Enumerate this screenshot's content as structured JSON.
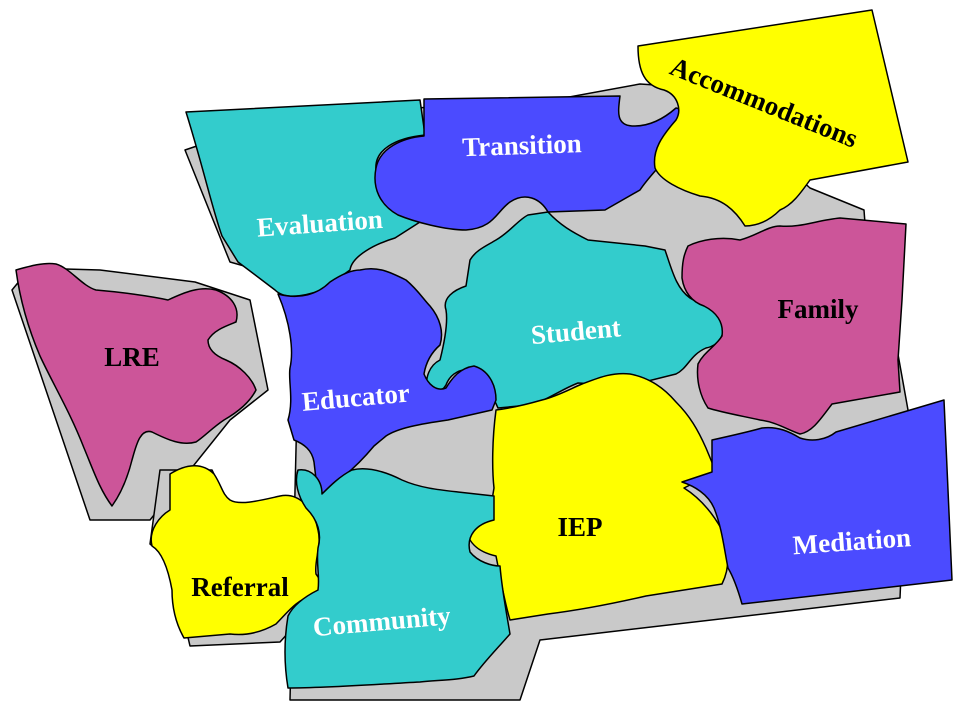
{
  "colors": {
    "teal": "#33cccc",
    "blue": "#4b4bff",
    "yellow": "#ffff00",
    "magenta": "#cc5599",
    "shadow": "#c9c9c9",
    "outline": "#000000"
  },
  "pieces": {
    "accommodations": {
      "label": "Accommodations",
      "fill": "#ffff00",
      "text_color": "#000000"
    },
    "transition": {
      "label": "Transition",
      "fill": "#4b4bff",
      "text_color": "#ffffff"
    },
    "evaluation": {
      "label": "Evaluation",
      "fill": "#33cccc",
      "text_color": "#ffffff"
    },
    "family": {
      "label": "Family",
      "fill": "#cc5599",
      "text_color": "#000000"
    },
    "student": {
      "label": "Student",
      "fill": "#33cccc",
      "text_color": "#ffffff"
    },
    "educator": {
      "label": "Educator",
      "fill": "#4b4bff",
      "text_color": "#ffffff"
    },
    "lre": {
      "label": "LRE",
      "fill": "#cc5599",
      "text_color": "#000000"
    },
    "iep": {
      "label": "IEP",
      "fill": "#ffff00",
      "text_color": "#000000"
    },
    "mediation": {
      "label": "Mediation",
      "fill": "#4b4bff",
      "text_color": "#ffffff"
    },
    "referral": {
      "label": "Referral",
      "fill": "#ffff00",
      "text_color": "#000000"
    },
    "community": {
      "label": "Community",
      "fill": "#33cccc",
      "text_color": "#ffffff"
    }
  }
}
